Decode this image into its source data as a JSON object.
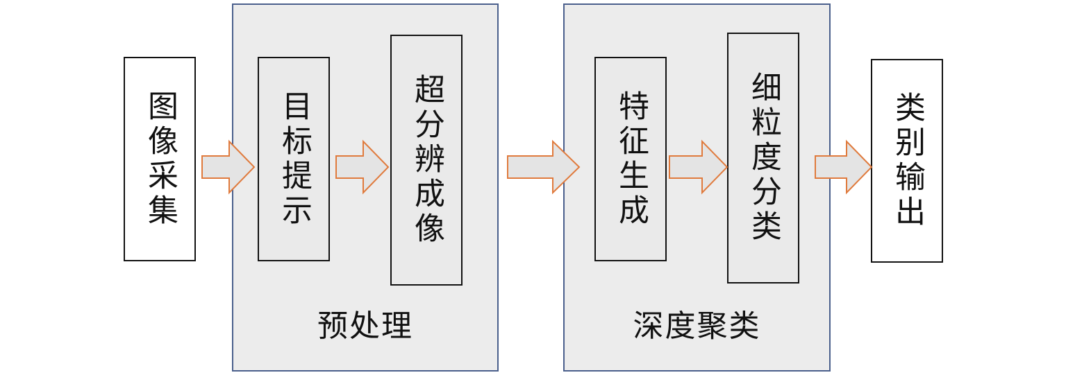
{
  "groups": {
    "preprocess": {
      "label": "预处理"
    },
    "deep_cluster": {
      "label": "深度聚类"
    }
  },
  "steps": {
    "acquisition": "图像采集",
    "target_prompt": "目标提示",
    "super_resolution": "超分辨成像",
    "feature_gen": "特征生成",
    "fine_grained": "细粒度分类",
    "output": "类别输出"
  },
  "colors": {
    "arrow_fill": "#e4e4e4",
    "arrow_stroke": "#e07a3c",
    "group_border": "#4a5f8c",
    "group_fill": "#ececec"
  }
}
